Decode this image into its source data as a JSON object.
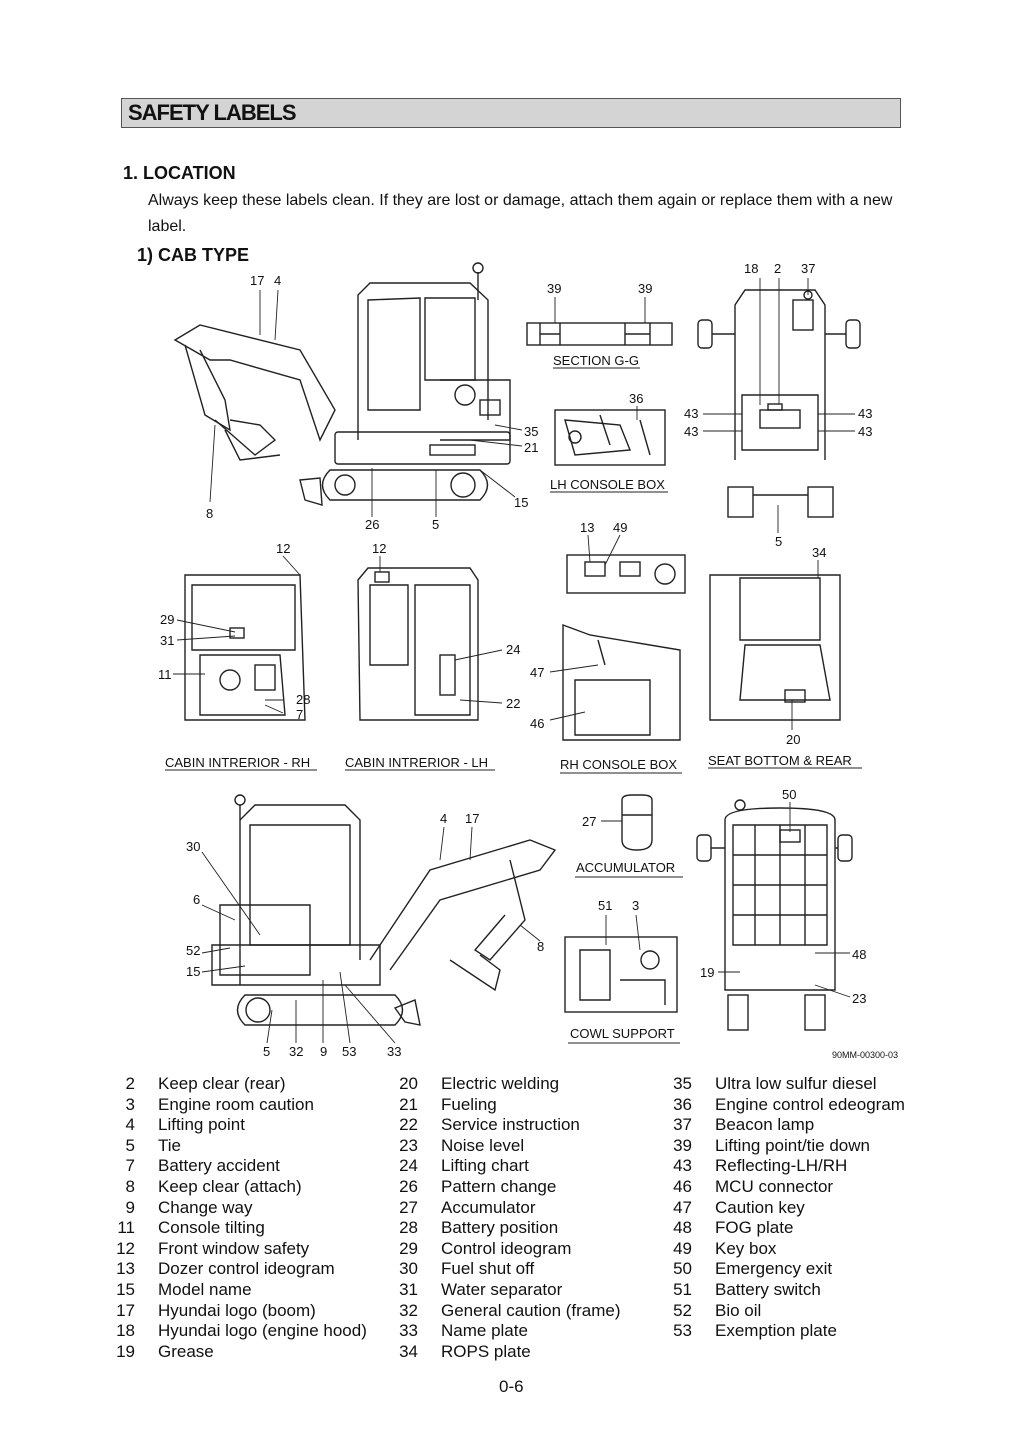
{
  "header": {
    "title": "SAFETY LABELS"
  },
  "section": {
    "heading": "1.  LOCATION",
    "intro": "Always keep these labels clean.  If they are lost or damage, attach them again or replace them with a new label.",
    "sub_heading": "1)  CAB TYPE"
  },
  "figure": {
    "captions": {
      "section_gg": "SECTION G-G",
      "lh_console": "LH CONSOLE BOX",
      "cab_rh": "CABIN INTRERIOR - RH",
      "cab_lh": "CABIN INTRERIOR - LH",
      "rh_console": "RH CONSOLE BOX",
      "seat_bottom": "SEAT BOTTOM & REAR",
      "accumulator": "ACCUMULATOR",
      "cowl_support": "COWL SUPPORT"
    },
    "drawing_code": "90MM-00300-03",
    "callouts": {
      "a_17": "17",
      "a_4": "4",
      "a_35": "35",
      "a_21": "21",
      "a_15": "15",
      "a_8": "8",
      "a_26": "26",
      "a_5": "5",
      "b_39l": "39",
      "b_39r": "39",
      "c_36": "36",
      "d_18": "18",
      "d_2": "2",
      "d_37": "37",
      "d_43a": "43",
      "d_43b": "43",
      "d_43c": "43",
      "d_43d": "43",
      "d_5": "5",
      "e_12": "12",
      "e_29": "29",
      "e_31": "31",
      "e_11": "11",
      "e_28": "28",
      "e_7": "7",
      "f_12": "12",
      "f_24": "24",
      "f_22": "22",
      "g_13": "13",
      "g_49": "49",
      "g_47": "47",
      "g_46": "46",
      "h_34": "34",
      "h_20": "20",
      "i_30": "30",
      "i_6": "6",
      "i_52": "52",
      "i_15": "15",
      "i_4": "4",
      "i_17": "17",
      "i_8": "8",
      "i_5": "5",
      "i_32": "32",
      "i_9": "9",
      "i_53": "53",
      "i_33": "33",
      "j_27": "27",
      "k_51": "51",
      "k_3": "3",
      "l_50": "50",
      "l_48": "48",
      "l_19": "19",
      "l_23": "23"
    }
  },
  "legend": {
    "col1": [
      {
        "num": "2",
        "label": "Keep clear (rear)"
      },
      {
        "num": "3",
        "label": "Engine room caution"
      },
      {
        "num": "4",
        "label": "Lifting point"
      },
      {
        "num": "5",
        "label": "Tie"
      },
      {
        "num": "7",
        "label": "Battery accident"
      },
      {
        "num": "8",
        "label": "Keep clear (attach)"
      },
      {
        "num": "9",
        "label": "Change way"
      },
      {
        "num": "11",
        "label": "Console tilting"
      },
      {
        "num": "12",
        "label": "Front window safety"
      },
      {
        "num": "13",
        "label": "Dozer control ideogram"
      },
      {
        "num": "15",
        "label": "Model name"
      },
      {
        "num": "17",
        "label": "Hyundai logo (boom)"
      },
      {
        "num": "18",
        "label": "Hyundai logo (engine hood)"
      },
      {
        "num": "19",
        "label": "Grease"
      }
    ],
    "col2": [
      {
        "num": "20",
        "label": "Electric welding"
      },
      {
        "num": "21",
        "label": "Fueling"
      },
      {
        "num": "22",
        "label": "Service instruction"
      },
      {
        "num": "23",
        "label": "Noise level"
      },
      {
        "num": "24",
        "label": "Lifting chart"
      },
      {
        "num": "26",
        "label": "Pattern change"
      },
      {
        "num": "27",
        "label": "Accumulator"
      },
      {
        "num": "28",
        "label": "Battery position"
      },
      {
        "num": "29",
        "label": "Control ideogram"
      },
      {
        "num": "30",
        "label": "Fuel shut off"
      },
      {
        "num": "31",
        "label": "Water separator"
      },
      {
        "num": "32",
        "label": "General caution (frame)"
      },
      {
        "num": "33",
        "label": "Name plate"
      },
      {
        "num": "34",
        "label": "ROPS plate"
      }
    ],
    "col3": [
      {
        "num": "35",
        "label": "Ultra low sulfur diesel"
      },
      {
        "num": "36",
        "label": "Engine control edeogram"
      },
      {
        "num": "37",
        "label": "Beacon lamp"
      },
      {
        "num": "39",
        "label": "Lifting point/tie down"
      },
      {
        "num": "43",
        "label": "Reflecting-LH/RH"
      },
      {
        "num": "46",
        "label": "MCU connector"
      },
      {
        "num": "47",
        "label": "Caution key"
      },
      {
        "num": "48",
        "label": "FOG plate"
      },
      {
        "num": "49",
        "label": "Key box"
      },
      {
        "num": "50",
        "label": "Emergency exit"
      },
      {
        "num": "51",
        "label": "Battery switch"
      },
      {
        "num": "52",
        "label": "Bio oil"
      },
      {
        "num": "53",
        "label": "Exemption plate"
      }
    ]
  },
  "footer": {
    "page_number": "0-6"
  }
}
